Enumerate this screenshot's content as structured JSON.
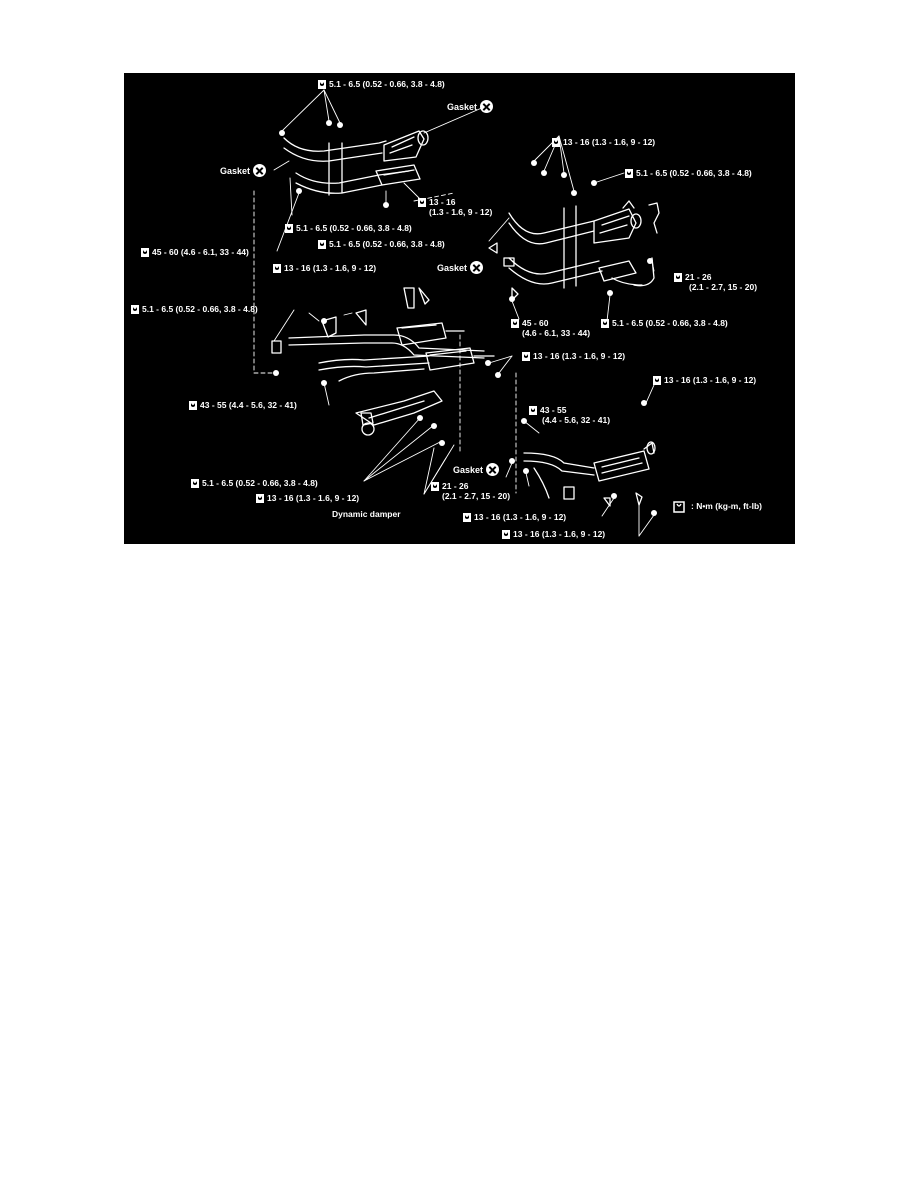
{
  "colors": {
    "background": "#000000",
    "ink": "#ffffff",
    "page": "#ffffff"
  },
  "icons": {
    "torque": "torque-wrench-icon",
    "gasket": "gasket-replace-icon"
  },
  "labels": {
    "t01": "5.1 - 6.5 (0.52 - 0.66, 3.8 - 4.8)",
    "t02": "13 - 16 (1.3 - 1.6, 9 - 12)",
    "t03": "5.1 - 6.5 (0.52 - 0.66, 3.8 - 4.8)",
    "t04a": "13 - 16",
    "t04b": "(1.3 - 1.6, 9 - 12)",
    "t05": "5.1 - 6.5 (0.52 - 0.66, 3.8 - 4.8)",
    "t06": "5.1 - 6.5 (0.52 - 0.66, 3.8 - 4.8)",
    "t07": "45 - 60 (4.6 - 6.1, 33 - 44)",
    "t08": "13 - 16 (1.3 - 1.6, 9 - 12)",
    "t09a": "21 - 26",
    "t09b": "(2.1 - 2.7, 15 - 20)",
    "t10": "5.1 - 6.5 (0.52 - 0.66, 3.8 - 4.8)",
    "t11a": "45 - 60",
    "t11b": "(4.6 - 6.1, 33 - 44)",
    "t12": "5.1 - 6.5 (0.52 - 0.66, 3.8 - 4.8)",
    "t13": "13 - 16 (1.3 - 1.6, 9 - 12)",
    "t14": "13 - 16 (1.3 - 1.6, 9 - 12)",
    "t15": "43 - 55 (4.4 - 5.6, 32 - 41)",
    "t16a": "43 - 55",
    "t16b": "(4.4 - 5.6, 32 - 41)",
    "t17": "5.1 - 6.5 (0.52 - 0.66, 3.8 - 4.8)",
    "t18": "13 - 16 (1.3 - 1.6, 9 - 12)",
    "t19a": "21 - 26",
    "t19b": "(2.1 - 2.7, 15 - 20)",
    "t20": "13 - 16 (1.3 - 1.6, 9 - 12)",
    "t21": "13 - 16 (1.3 - 1.6, 9 - 12)",
    "gasket": "Gasket",
    "damper": "Dynamic damper",
    "legend": ": N•m (kg-m, ft-lb)"
  }
}
